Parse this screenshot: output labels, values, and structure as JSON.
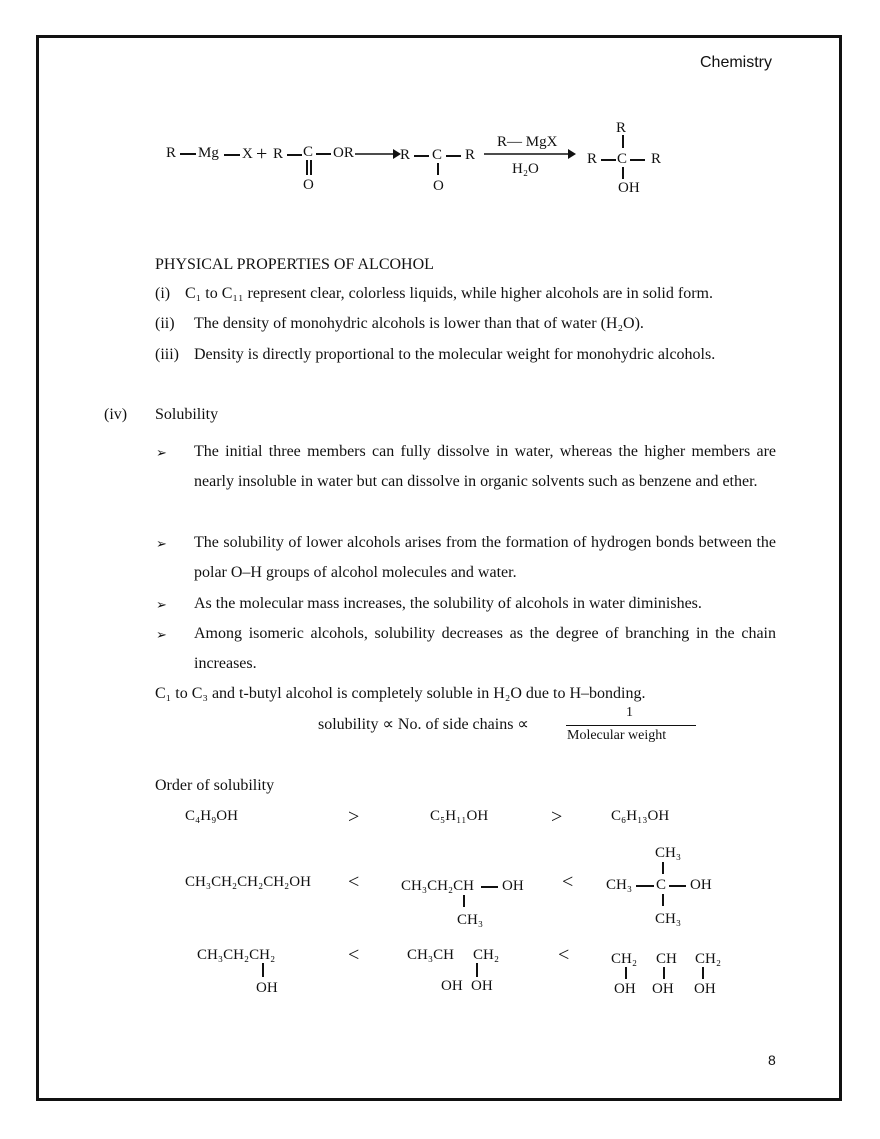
{
  "header": {
    "subject": "Chemistry"
  },
  "reaction": {
    "r1": "R",
    "mg": "Mg",
    "x": "X",
    "plus": "+",
    "r2": "R",
    "c1": "C",
    "or": "OR",
    "o1": "O",
    "r3": "R",
    "c2": "C",
    "r4": "R",
    "o2": "O",
    "reagent_top": "R— MgX",
    "reagent_bottom": "H₂O",
    "p_top": "R",
    "p_left": "R",
    "p_c": "C",
    "p_right": "R",
    "p_bottom": "OH"
  },
  "section_title": "PHYSICAL PROPERTIES OF ALCOHOL",
  "properties": [
    {
      "num": "(i)",
      "text": "C₁ to C₁₁ represent clear, colorless liquids, while higher alcohols are in solid form."
    },
    {
      "num": "(ii)",
      "text": "The density of monohydric alcohols is lower than that of water (H₂O)."
    },
    {
      "num": "(iii)",
      "text": "Density is directly proportional to the molecular weight for monohydric alcohols."
    }
  ],
  "solubility": {
    "num": "(iv)",
    "title": "Solubility",
    "bullet_symbol": "➢",
    "bullets": [
      "The initial three members can fully dissolve in water, whereas the higher members are nearly insoluble in water but can dissolve in organic solvents such as benzene and ether.",
      "The solubility of lower alcohols arises from the formation of hydrogen bonds between the polar O–H groups of alcohol molecules and water.",
      "As the molecular mass increases, the solubility of alcohols in water diminishes.",
      "Among isomeric alcohols, solubility decreases as the degree of branching in the chain increases."
    ],
    "statement": "C₁ to C₃ and t-butyl alcohol is completely soluble in H₂O due to H–bonding.",
    "relation_text": "solubility ∝ No. of side chains ∝",
    "fraction_num": "1",
    "fraction_den": "Molecular weight"
  },
  "order": {
    "title": "Order of solubility",
    "row1": {
      "a": "C₄H₉OH",
      "op1": ">",
      "b": "C₅H₁₁OH",
      "op2": ">",
      "c": "C₆H₁₃OH"
    },
    "row2": {
      "a": "CH₃CH₂CH₂CH₂OH",
      "op1": "<",
      "b_main": "CH₃CH₂CH",
      "b_oh": "OH",
      "b_sub": "CH₃",
      "op2": "<",
      "c_top": "CH₃",
      "c_left": "CH₃",
      "c_c": "C",
      "c_oh": "OH",
      "c_bottom": "CH₃"
    },
    "row3": {
      "a_main": "CH₃CH₂CH₂",
      "a_oh": "OH",
      "op1": "<",
      "b1": "CH₃CH",
      "b2": "CH₂",
      "b_oh1": "OH",
      "b_oh2": "OH",
      "op2": "<",
      "c1": "CH₂",
      "c2": "CH",
      "c3": "CH₂",
      "c_oh1": "OH",
      "c_oh2": "OH",
      "c_oh3": "OH"
    }
  },
  "page_number": "8"
}
